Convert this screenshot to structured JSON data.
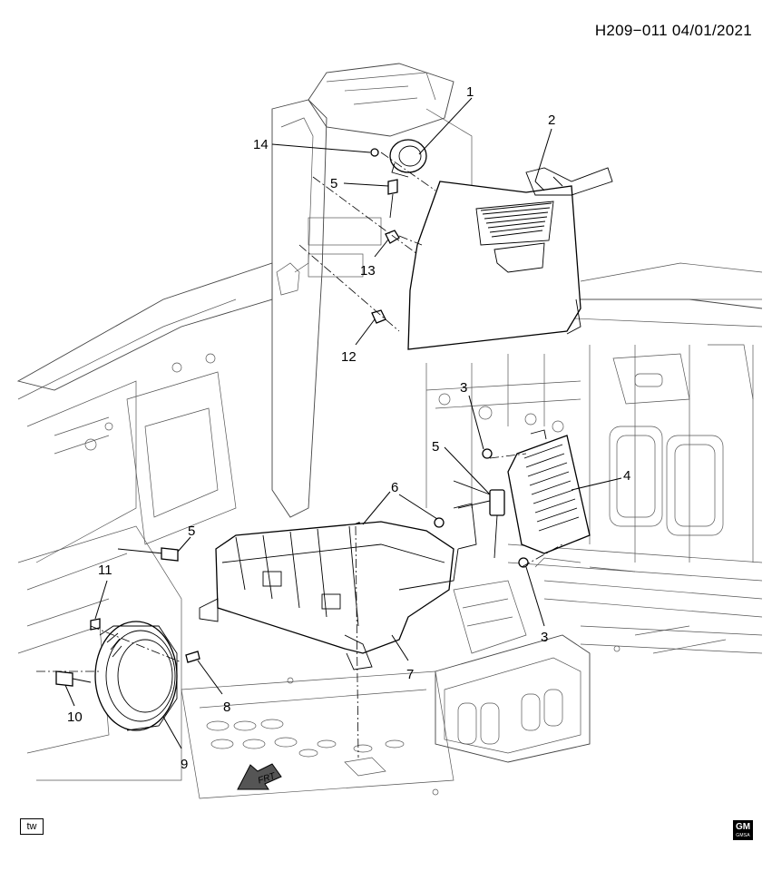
{
  "header": {
    "code": "H209−011  04/01/2021"
  },
  "callouts": [
    "1",
    "2",
    "3",
    "3",
    "4",
    "5",
    "5",
    "5",
    "6",
    "7",
    "8",
    "9",
    "10",
    "11",
    "12",
    "13",
    "14"
  ],
  "direction_label": "FRT",
  "badge": {
    "left": "tw",
    "logo": "GM",
    "logo_sub": "GMSA"
  },
  "icons": [
    "front-direction-arrow-icon",
    "gm-logo-icon",
    "tw-badge-icon"
  ]
}
